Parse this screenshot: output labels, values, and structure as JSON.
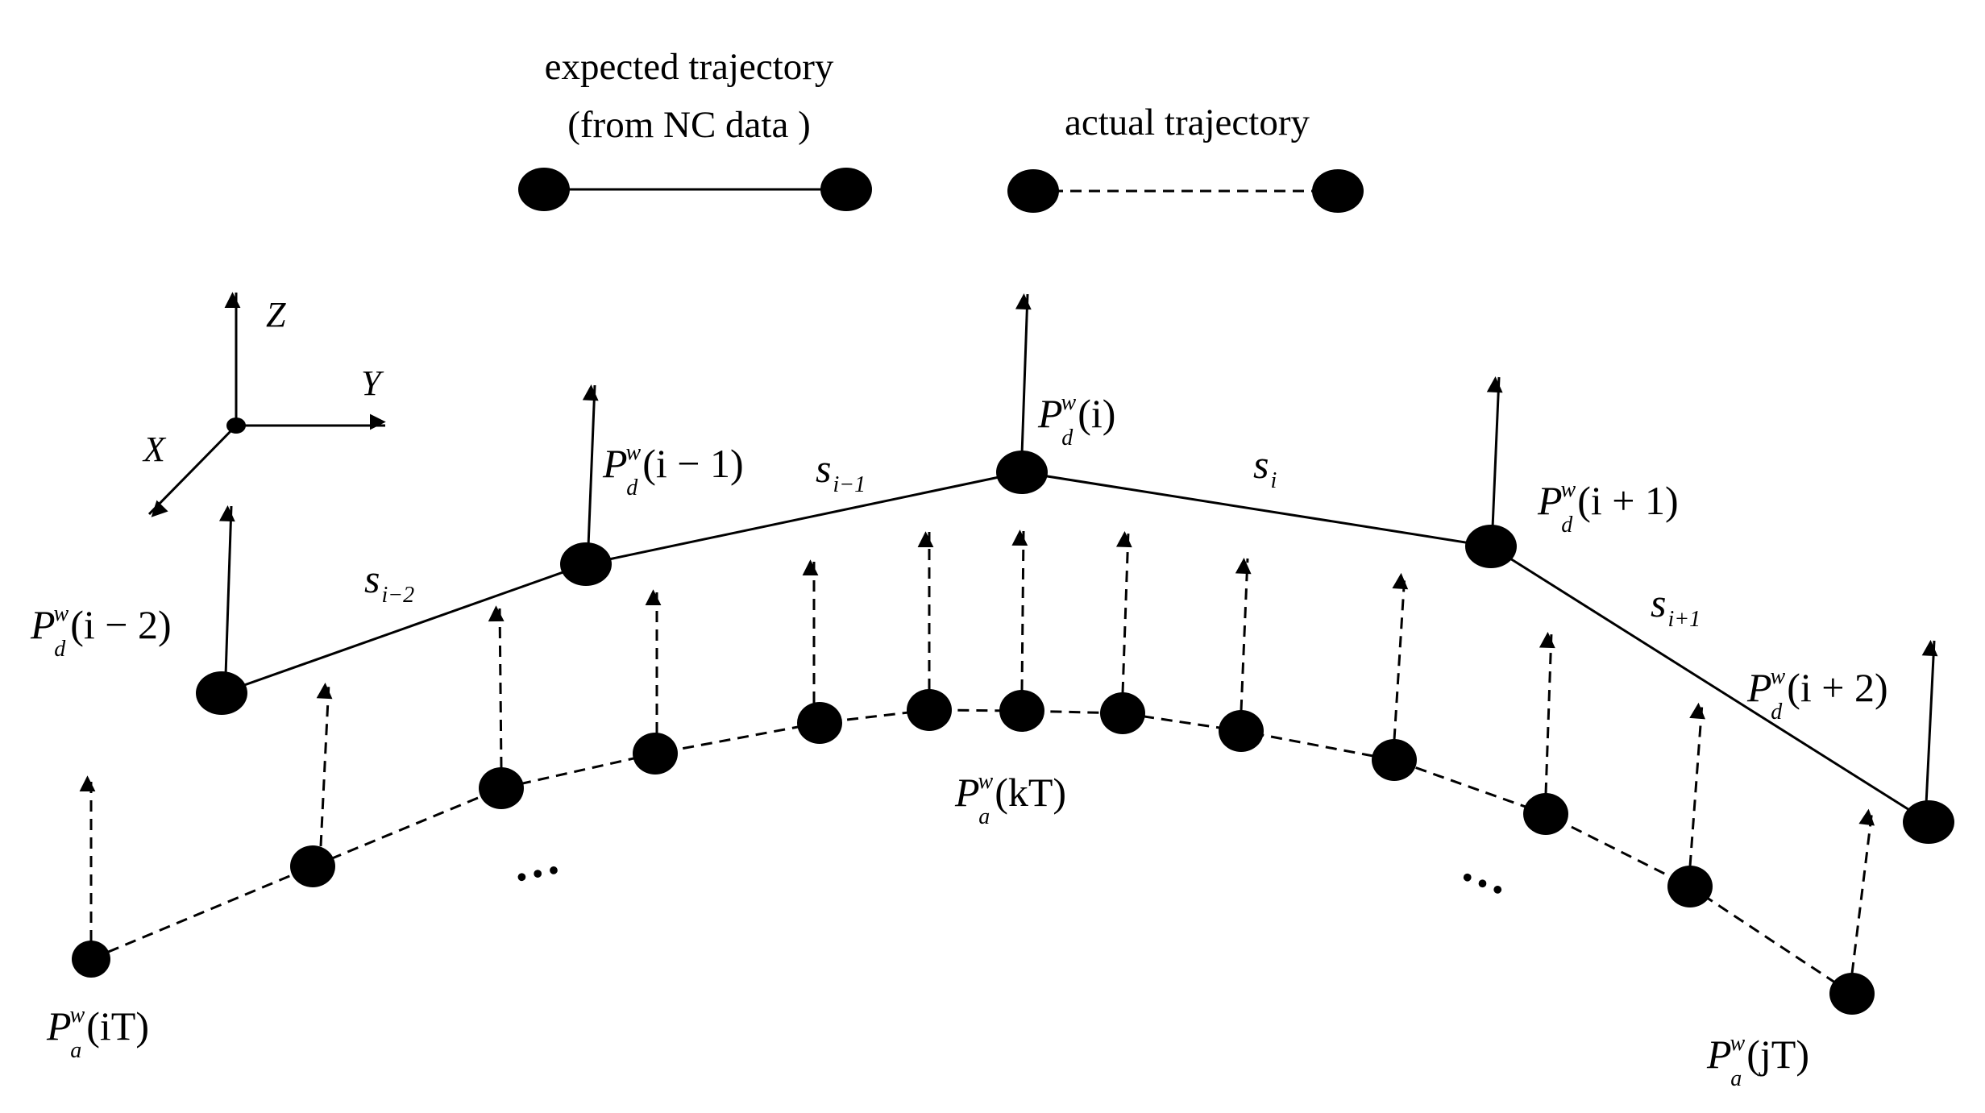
{
  "legend": {
    "expected_line1": "expected trajectory",
    "expected_line2": "(from NC data )",
    "actual": "actual trajectory"
  },
  "axes": {
    "x": "X",
    "y": "Y",
    "z": "Z"
  },
  "desired_points": [
    {
      "base": "P",
      "sub": "d",
      "sup": "w",
      "arg": "(i − 2)"
    },
    {
      "base": "P",
      "sub": "d",
      "sup": "w",
      "arg": "(i − 1)"
    },
    {
      "base": "P",
      "sub": "d",
      "sup": "w",
      "arg": "(i)"
    },
    {
      "base": "P",
      "sub": "d",
      "sup": "w",
      "arg": "(i + 1)"
    },
    {
      "base": "P",
      "sub": "d",
      "sup": "w",
      "arg": "(i + 2)"
    }
  ],
  "segments": [
    {
      "base": "s",
      "sub": "i−2"
    },
    {
      "base": "s",
      "sub": "i−1"
    },
    {
      "base": "s",
      "sub": "i"
    },
    {
      "base": "s",
      "sub": "i+1"
    }
  ],
  "actual_points": [
    {
      "base": "P",
      "sub": "a",
      "sup": "w",
      "arg": "(iT)"
    },
    {
      "base": "P",
      "sub": "a",
      "sup": "w",
      "arg": "(kT)"
    },
    {
      "base": "P",
      "sub": "a",
      "sup": "w",
      "arg": "(jT)"
    }
  ],
  "ellipsis": "…",
  "colors": {
    "ink": "#000000",
    "background": "#ffffff"
  }
}
